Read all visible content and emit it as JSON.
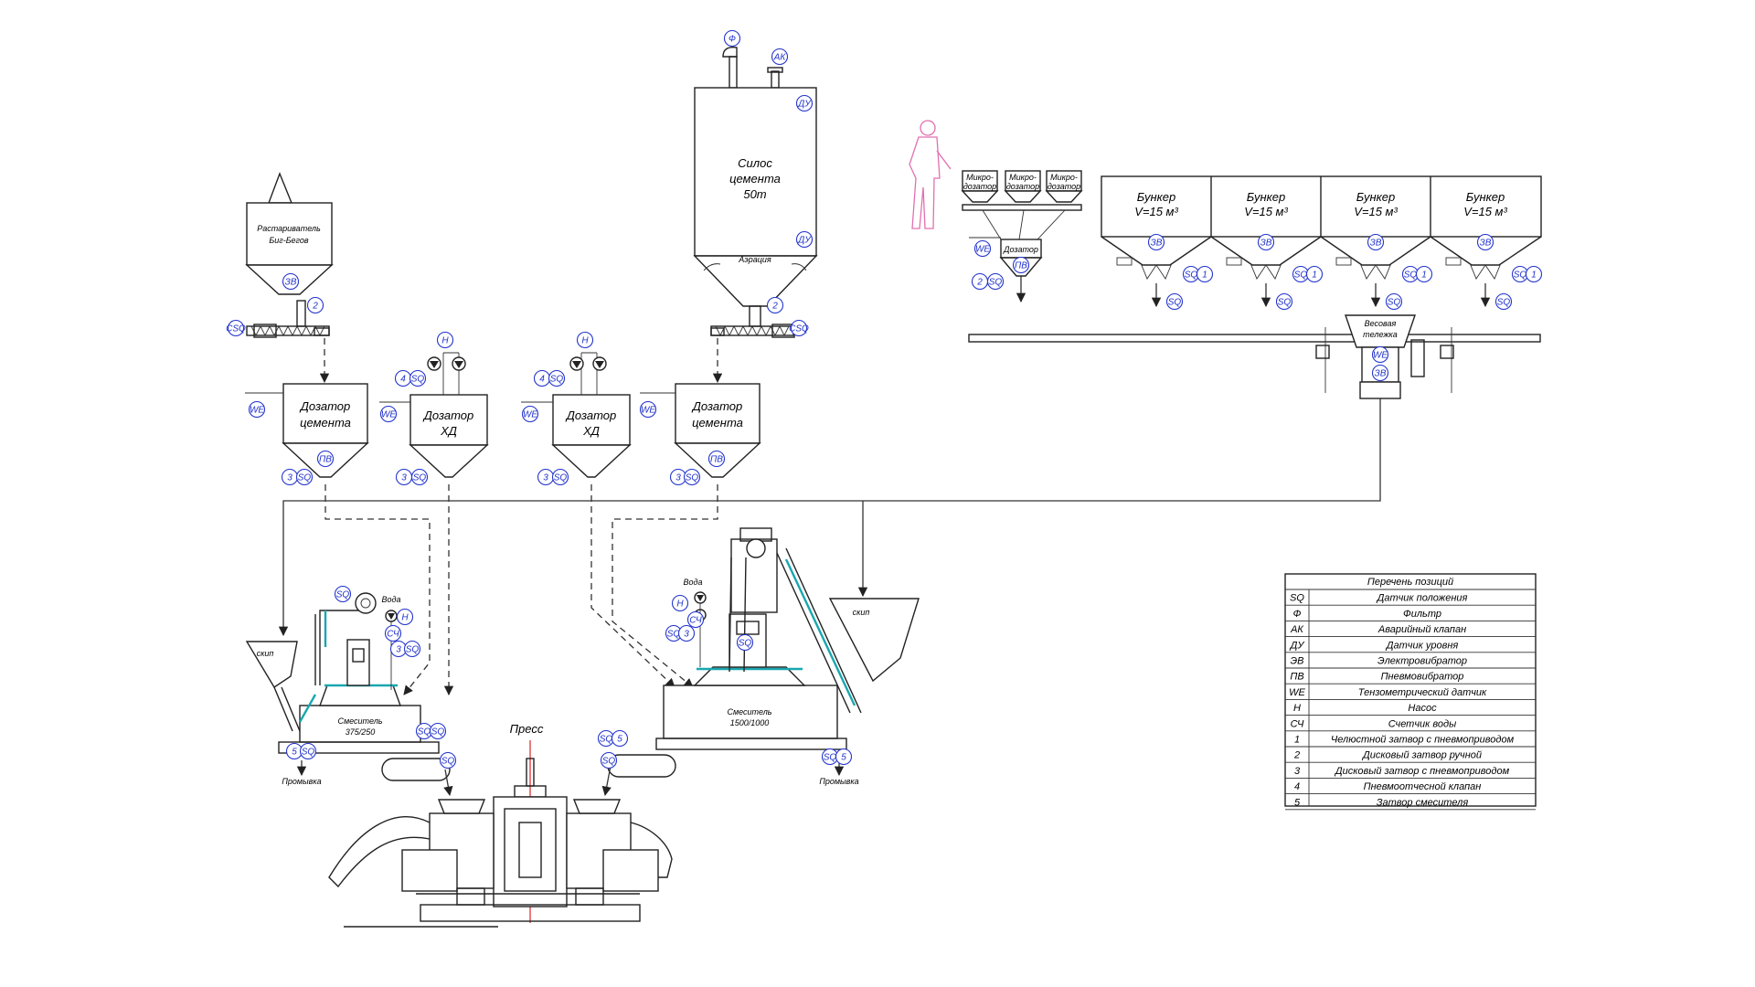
{
  "labels": {
    "big_bag": [
      "Растариватель",
      "Биг-Бегов"
    ],
    "silo": [
      "Силос",
      "цемента",
      "50т"
    ],
    "aeration": "Аэрация",
    "cement_doser": [
      "Дозатор",
      "цемента"
    ],
    "hd_doser": [
      "Дозатор",
      "ХД"
    ],
    "micro_doser": [
      "Микро-",
      "дозатор"
    ],
    "doser_small": "Дозатор",
    "bunker": [
      "Бункер",
      "V=15 м³"
    ],
    "weigh_cart": [
      "Весовая",
      "тележка"
    ],
    "skip": "скип",
    "water": "Вода",
    "mixer_small": [
      "Смеситель",
      "375/250"
    ],
    "mixer_big": [
      "Смеситель",
      "1500/1000"
    ],
    "rinse": "Промывка",
    "press": "Пресс"
  },
  "tags": {
    "SQ": "SQ",
    "WE": "WE",
    "ZV": "ЗВ",
    "PV": "ПВ",
    "F": "Ф",
    "AK": "АК",
    "DU": "ДУ",
    "H": "Н",
    "SCH": "СЧ",
    "CSQ": "СSQ",
    "n1": "1",
    "n2": "2",
    "n3": "3",
    "n4": "4",
    "n5": "5"
  },
  "legend": {
    "title": "Перечень позиций",
    "rows": [
      {
        "code": "SQ",
        "desc": "Датчик положения"
      },
      {
        "code": "Ф",
        "desc": "Фильтр"
      },
      {
        "code": "АК",
        "desc": "Аварийный клапан"
      },
      {
        "code": "ДУ",
        "desc": "Датчик уровня"
      },
      {
        "code": "ЭВ",
        "desc": "Электровибратор"
      },
      {
        "code": "ПВ",
        "desc": "Пневмовибратор"
      },
      {
        "code": "WE",
        "desc": "Тензометрический датчик"
      },
      {
        "code": "Н",
        "desc": "Насос"
      },
      {
        "code": "СЧ",
        "desc": "Счетчик воды"
      },
      {
        "code": "1",
        "desc": "Челюстной затвор с пневмоприводом"
      },
      {
        "code": "2",
        "desc": "Дисковый затвор ручной"
      },
      {
        "code": "3",
        "desc": "Дисковый затвор с пневмоприводом"
      },
      {
        "code": "4",
        "desc": "Пневмоотчесной клапан"
      },
      {
        "code": "5",
        "desc": "Затвор смесителя"
      }
    ]
  },
  "colors": {
    "tag": "#2233cc",
    "accent": "#19a7b0",
    "operator": "#e070b0"
  }
}
